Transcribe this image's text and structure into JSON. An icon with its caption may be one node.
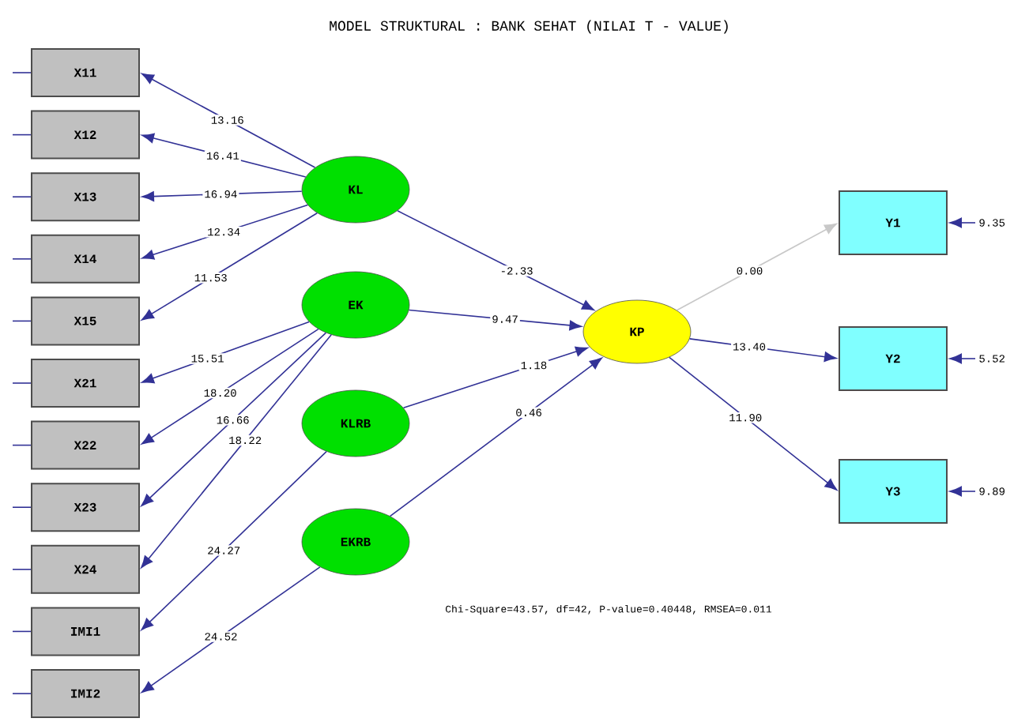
{
  "diagram": {
    "title": "MODEL STRUKTURAL : BANK SEHAT (NILAI T - VALUE)",
    "nodes": [
      {
        "text": [
          "X11"
        ]
      },
      {
        "text": [
          "X12"
        ]
      },
      {
        "text": [
          "X13"
        ]
      },
      {
        "text": [
          "X14"
        ]
      },
      {
        "text": [
          "X15"
        ]
      },
      {
        "text": [
          "X21"
        ]
      },
      {
        "text": [
          "X22"
        ]
      },
      {
        "text": [
          "X23"
        ]
      },
      {
        "text": [
          "X24"
        ]
      },
      {
        "text": [
          "IMI1"
        ]
      },
      {
        "text": [
          "IMI2"
        ]
      },
      {
        "text": [
          "KL"
        ]
      },
      {
        "text": [
          "EK"
        ]
      },
      {
        "text": [
          "KLRB"
        ]
      },
      {
        "text": [
          "EKRB"
        ]
      },
      {
        "text": [
          "KP"
        ]
      },
      {
        "text": [
          "Y1"
        ]
      },
      {
        "text": [
          "Y2"
        ]
      },
      {
        "text": [
          "Y3"
        ]
      }
    ],
    "edges": [
      {
        "from": 11,
        "to": 0,
        "arrow": "to",
        "label": "13.16"
      },
      {
        "from": 11,
        "to": 1,
        "arrow": "to",
        "label": "16.41"
      },
      {
        "from": 11,
        "to": 2,
        "arrow": "to",
        "label": "16.94"
      },
      {
        "from": 11,
        "to": 3,
        "arrow": "to",
        "label": "12.34"
      },
      {
        "from": 11,
        "to": 4,
        "arrow": "to",
        "label": "11.53"
      },
      {
        "from": 12,
        "to": 5,
        "arrow": "to",
        "label": "15.51"
      },
      {
        "from": 12,
        "to": 6,
        "arrow": "to",
        "label": "18.20"
      },
      {
        "from": 12,
        "to": 7,
        "arrow": "to",
        "label": "16.66"
      },
      {
        "from": 12,
        "to": 8,
        "arrow": "to",
        "label": "18.22"
      },
      {
        "from": 13,
        "to": 9,
        "arrow": "to",
        "label": "24.27"
      },
      {
        "from": 14,
        "to": 10,
        "arrow": "to",
        "label": "24.52"
      },
      {
        "from": 11,
        "to": 15,
        "arrow": "to",
        "label": "-2.33"
      },
      {
        "from": 12,
        "to": 15,
        "arrow": "to",
        "label": "9.47"
      },
      {
        "from": 13,
        "to": 15,
        "arrow": "to",
        "label": "1.18"
      },
      {
        "from": 14,
        "to": 15,
        "arrow": "to",
        "label": "0.46"
      },
      {
        "from": 15,
        "to": 16,
        "arrow": "to",
        "label": "0.00",
        "color": "#c8c8c8"
      },
      {
        "from": 15,
        "to": 17,
        "arrow": "to",
        "label": "13.40"
      },
      {
        "from": 15,
        "to": 18,
        "arrow": "to",
        "label": "11.90"
      },
      {
        "from": null,
        "to": 16,
        "arrow": "to",
        "label": "9.35"
      },
      {
        "from": null,
        "to": 17,
        "arrow": "to",
        "label": "5.52"
      },
      {
        "from": null,
        "to": 18,
        "arrow": "to",
        "label": "9.89"
      },
      {
        "from": null,
        "to": 0,
        "arrow": "none"
      },
      {
        "from": null,
        "to": 1,
        "arrow": "none"
      },
      {
        "from": null,
        "to": 2,
        "arrow": "none"
      },
      {
        "from": null,
        "to": 3,
        "arrow": "none"
      },
      {
        "from": null,
        "to": 4,
        "arrow": "none"
      },
      {
        "from": null,
        "to": 5,
        "arrow": "none"
      },
      {
        "from": null,
        "to": 6,
        "arrow": "none"
      },
      {
        "from": null,
        "to": 7,
        "arrow": "none"
      },
      {
        "from": null,
        "to": 8,
        "arrow": "none"
      },
      {
        "from": null,
        "to": 9,
        "arrow": "none"
      },
      {
        "from": null,
        "to": 10,
        "arrow": "none"
      }
    ],
    "labels": [
      "Chi-Square=43.57, df=42, P-value=0.40448, RMSEA=0.011"
    ]
  }
}
